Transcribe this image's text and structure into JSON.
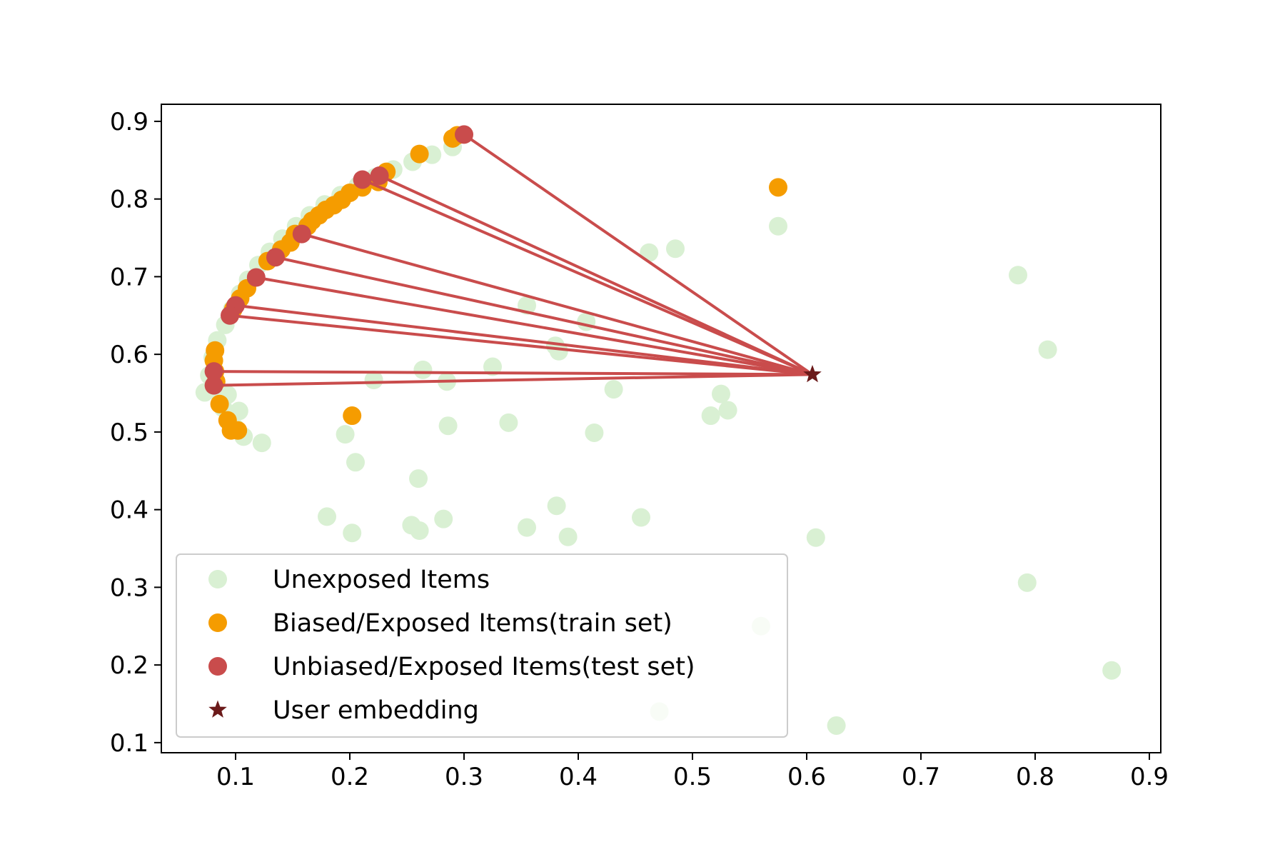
{
  "chart_data": {
    "type": "scatter",
    "title": "",
    "xlabel": "",
    "ylabel": "",
    "xlim": [
      0.035,
      0.91
    ],
    "ylim": [
      0.087,
      0.922
    ],
    "x_ticks": [
      0.1,
      0.2,
      0.3,
      0.4,
      0.5,
      0.6,
      0.7,
      0.8,
      0.9
    ],
    "y_ticks": [
      0.1,
      0.2,
      0.3,
      0.4,
      0.5,
      0.6,
      0.7,
      0.8,
      0.9
    ],
    "x_tick_labels": [
      "0.1",
      "0.2",
      "0.3",
      "0.4",
      "0.5",
      "0.6",
      "0.7",
      "0.8",
      "0.9"
    ],
    "y_tick_labels": [
      "0.1",
      "0.2",
      "0.3",
      "0.4",
      "0.5",
      "0.6",
      "0.7",
      "0.8",
      "0.9"
    ],
    "grid": false,
    "legend_position": "bottom-left",
    "series": [
      {
        "name": "Unexposed Items",
        "marker": "circle",
        "color": "#d9f0d3",
        "points": [
          [
            0.073,
            0.551
          ],
          [
            0.077,
            0.573
          ],
          [
            0.08,
            0.596
          ],
          [
            0.084,
            0.618
          ],
          [
            0.087,
            0.54
          ],
          [
            0.089,
            0.531
          ],
          [
            0.091,
            0.638
          ],
          [
            0.093,
            0.548
          ],
          [
            0.094,
            0.515
          ],
          [
            0.097,
            0.658
          ],
          [
            0.1,
            0.505
          ],
          [
            0.103,
            0.527
          ],
          [
            0.104,
            0.678
          ],
          [
            0.107,
            0.494
          ],
          [
            0.111,
            0.696
          ],
          [
            0.12,
            0.715
          ],
          [
            0.123,
            0.486
          ],
          [
            0.13,
            0.732
          ],
          [
            0.141,
            0.749
          ],
          [
            0.153,
            0.765
          ],
          [
            0.165,
            0.779
          ],
          [
            0.178,
            0.793
          ],
          [
            0.192,
            0.805
          ],
          [
            0.207,
            0.817
          ],
          [
            0.222,
            0.828
          ],
          [
            0.238,
            0.838
          ],
          [
            0.255,
            0.848
          ],
          [
            0.272,
            0.857
          ],
          [
            0.29,
            0.867
          ],
          [
            0.196,
            0.497
          ],
          [
            0.205,
            0.461
          ],
          [
            0.221,
            0.567
          ],
          [
            0.18,
            0.391
          ],
          [
            0.202,
            0.37
          ],
          [
            0.254,
            0.38
          ],
          [
            0.261,
            0.373
          ],
          [
            0.26,
            0.44
          ],
          [
            0.264,
            0.58
          ],
          [
            0.282,
            0.388
          ],
          [
            0.285,
            0.565
          ],
          [
            0.286,
            0.508
          ],
          [
            0.325,
            0.584
          ],
          [
            0.339,
            0.512
          ],
          [
            0.355,
            0.377
          ],
          [
            0.355,
            0.663
          ],
          [
            0.38,
            0.611
          ],
          [
            0.381,
            0.405
          ],
          [
            0.383,
            0.604
          ],
          [
            0.391,
            0.365
          ],
          [
            0.407,
            0.642
          ],
          [
            0.414,
            0.499
          ],
          [
            0.431,
            0.555
          ],
          [
            0.455,
            0.39
          ],
          [
            0.462,
            0.731
          ],
          [
            0.485,
            0.736
          ],
          [
            0.516,
            0.521
          ],
          [
            0.525,
            0.549
          ],
          [
            0.531,
            0.528
          ],
          [
            0.575,
            0.765
          ],
          [
            0.608,
            0.364
          ],
          [
            0.785,
            0.702
          ],
          [
            0.811,
            0.606
          ],
          [
            0.793,
            0.306
          ],
          [
            0.867,
            0.193
          ],
          [
            0.626,
            0.122
          ],
          [
            0.471,
            0.14
          ],
          [
            0.56,
            0.25
          ]
        ]
      },
      {
        "name": "Biased/Exposed Items(train set)",
        "marker": "circle",
        "color": "#f59c00",
        "points": [
          [
            0.082,
            0.605
          ],
          [
            0.081,
            0.592
          ],
          [
            0.082,
            0.578
          ],
          [
            0.083,
            0.565
          ],
          [
            0.086,
            0.536
          ],
          [
            0.093,
            0.515
          ],
          [
            0.096,
            0.502
          ],
          [
            0.102,
            0.502
          ],
          [
            0.098,
            0.658
          ],
          [
            0.104,
            0.672
          ],
          [
            0.11,
            0.685
          ],
          [
            0.128,
            0.72
          ],
          [
            0.14,
            0.735
          ],
          [
            0.148,
            0.744
          ],
          [
            0.152,
            0.755
          ],
          [
            0.163,
            0.765
          ],
          [
            0.167,
            0.772
          ],
          [
            0.173,
            0.779
          ],
          [
            0.179,
            0.786
          ],
          [
            0.186,
            0.792
          ],
          [
            0.193,
            0.799
          ],
          [
            0.2,
            0.808
          ],
          [
            0.211,
            0.815
          ],
          [
            0.225,
            0.822
          ],
          [
            0.232,
            0.835
          ],
          [
            0.261,
            0.858
          ],
          [
            0.29,
            0.878
          ],
          [
            0.294,
            0.882
          ],
          [
            0.202,
            0.521
          ],
          [
            0.575,
            0.815
          ]
        ]
      },
      {
        "name": "Unbiased/Exposed Items(test set)",
        "marker": "circle",
        "color": "#c94c4c",
        "points": [
          [
            0.3,
            0.883
          ],
          [
            0.211,
            0.825
          ],
          [
            0.226,
            0.83
          ],
          [
            0.158,
            0.755
          ],
          [
            0.135,
            0.725
          ],
          [
            0.118,
            0.699
          ],
          [
            0.1,
            0.663
          ],
          [
            0.095,
            0.65
          ],
          [
            0.081,
            0.578
          ],
          [
            0.081,
            0.56
          ]
        ]
      },
      {
        "name": "User embedding",
        "marker": "star",
        "color": "#6b1a1a",
        "points": [
          [
            0.605,
            0.574
          ]
        ]
      }
    ],
    "lines_from_user_to_test_items": true
  }
}
